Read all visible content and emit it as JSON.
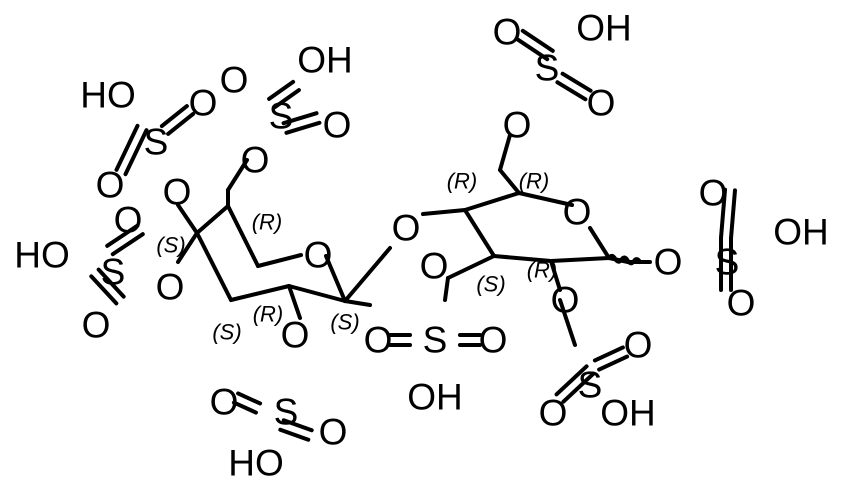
{
  "atom_labels": {
    "o_sulfate": "O",
    "o_hydroxyl": "OH",
    "ho_hydroxyl": "HO",
    "s_sulfur": "S",
    "o_ring": "O",
    "o_bridge": "O"
  },
  "stereo_labels": {
    "R": "(R)",
    "S": "(S)"
  },
  "colors": {
    "ink": "#000000",
    "background": "#ffffff"
  }
}
